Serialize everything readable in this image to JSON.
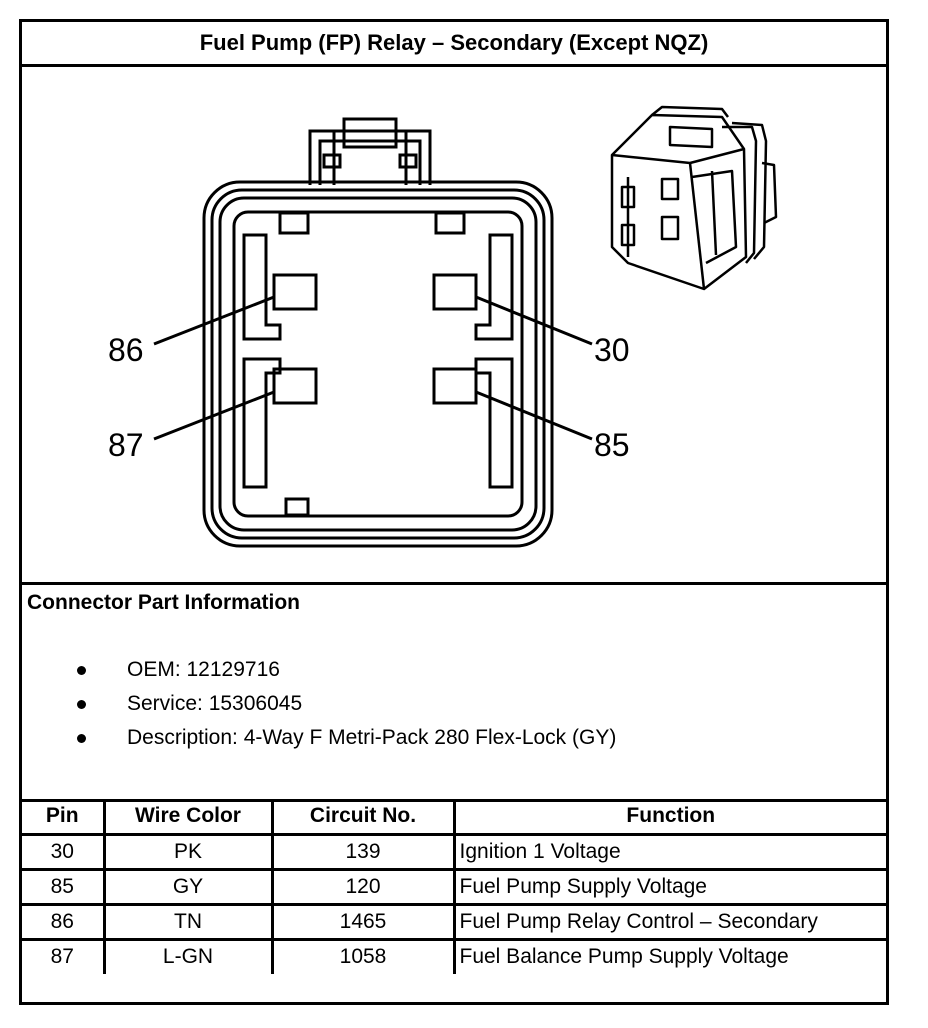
{
  "title": "Fuel Pump (FP) Relay – Secondary (Except NQZ)",
  "diagram": {
    "pin_labels": [
      "86",
      "30",
      "87",
      "85"
    ]
  },
  "connector_info": {
    "heading": "Connector Part Information",
    "items": [
      "OEM: 12129716",
      "Service: 15306045",
      "Description: 4-Way F Metri-Pack 280 Flex-Lock (GY)"
    ]
  },
  "pin_table": {
    "headers": [
      "Pin",
      "Wire Color",
      "Circuit No.",
      "Function"
    ],
    "rows": [
      [
        "30",
        "PK",
        "139",
        "Ignition 1 Voltage"
      ],
      [
        "85",
        "GY",
        "120",
        "Fuel Pump Supply Voltage"
      ],
      [
        "86",
        "TN",
        "1465",
        "Fuel Pump Relay Control – Secondary"
      ],
      [
        "87",
        "L-GN",
        "1058",
        "Fuel Balance Pump Supply Voltage"
      ]
    ]
  }
}
